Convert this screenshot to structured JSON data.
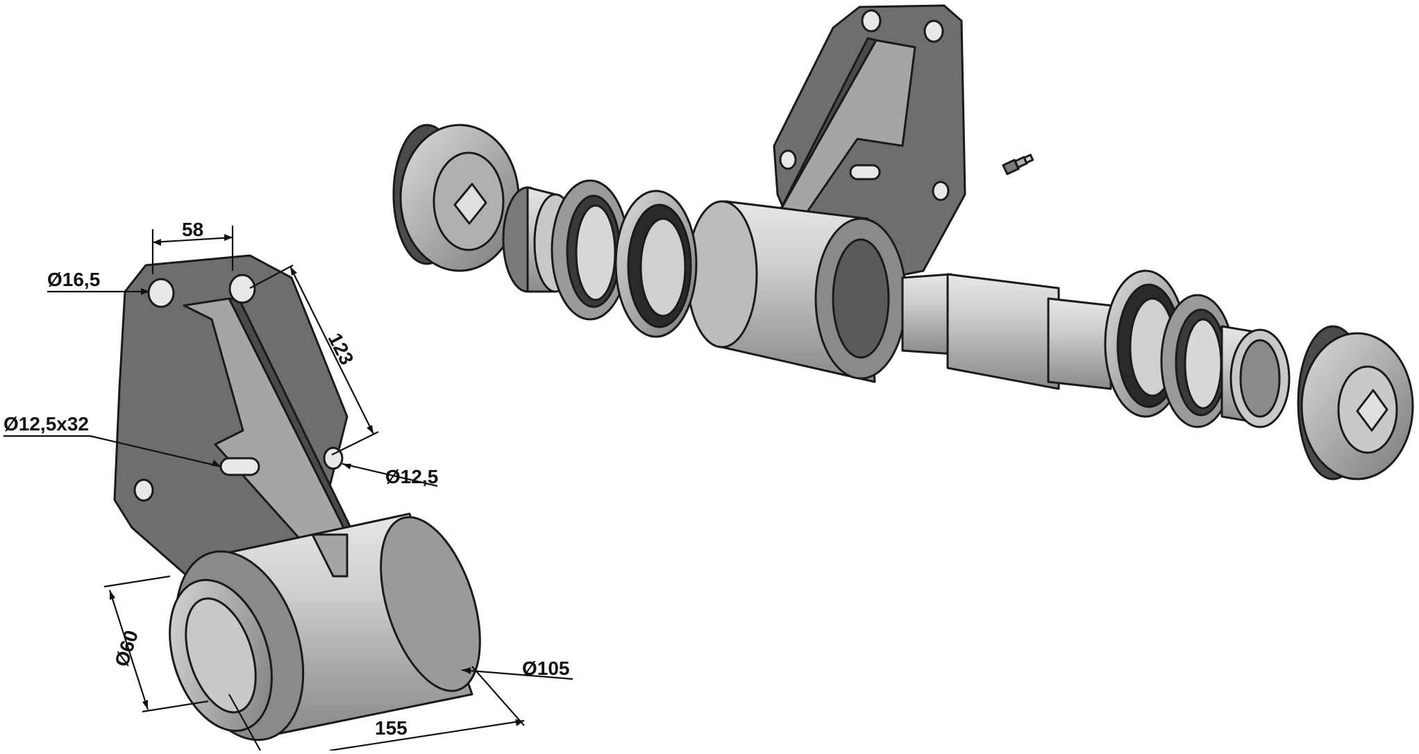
{
  "dimensions": {
    "width_58": "58",
    "hole_16_5": "Ø16,5",
    "length_123": "123",
    "slot_12_5x32": "Ø12,5x32",
    "hole_12_5": "Ø12,5",
    "bore_60": "Ø60",
    "outer_105": "Ø105",
    "length_155": "155"
  },
  "colors": {
    "plate_dark": "#6e6e6e",
    "plate_mid": "#9a9a9a",
    "body_light": "#c8c8c8",
    "body_shade": "#8c8c8c",
    "edge": "#1a1a1a"
  }
}
